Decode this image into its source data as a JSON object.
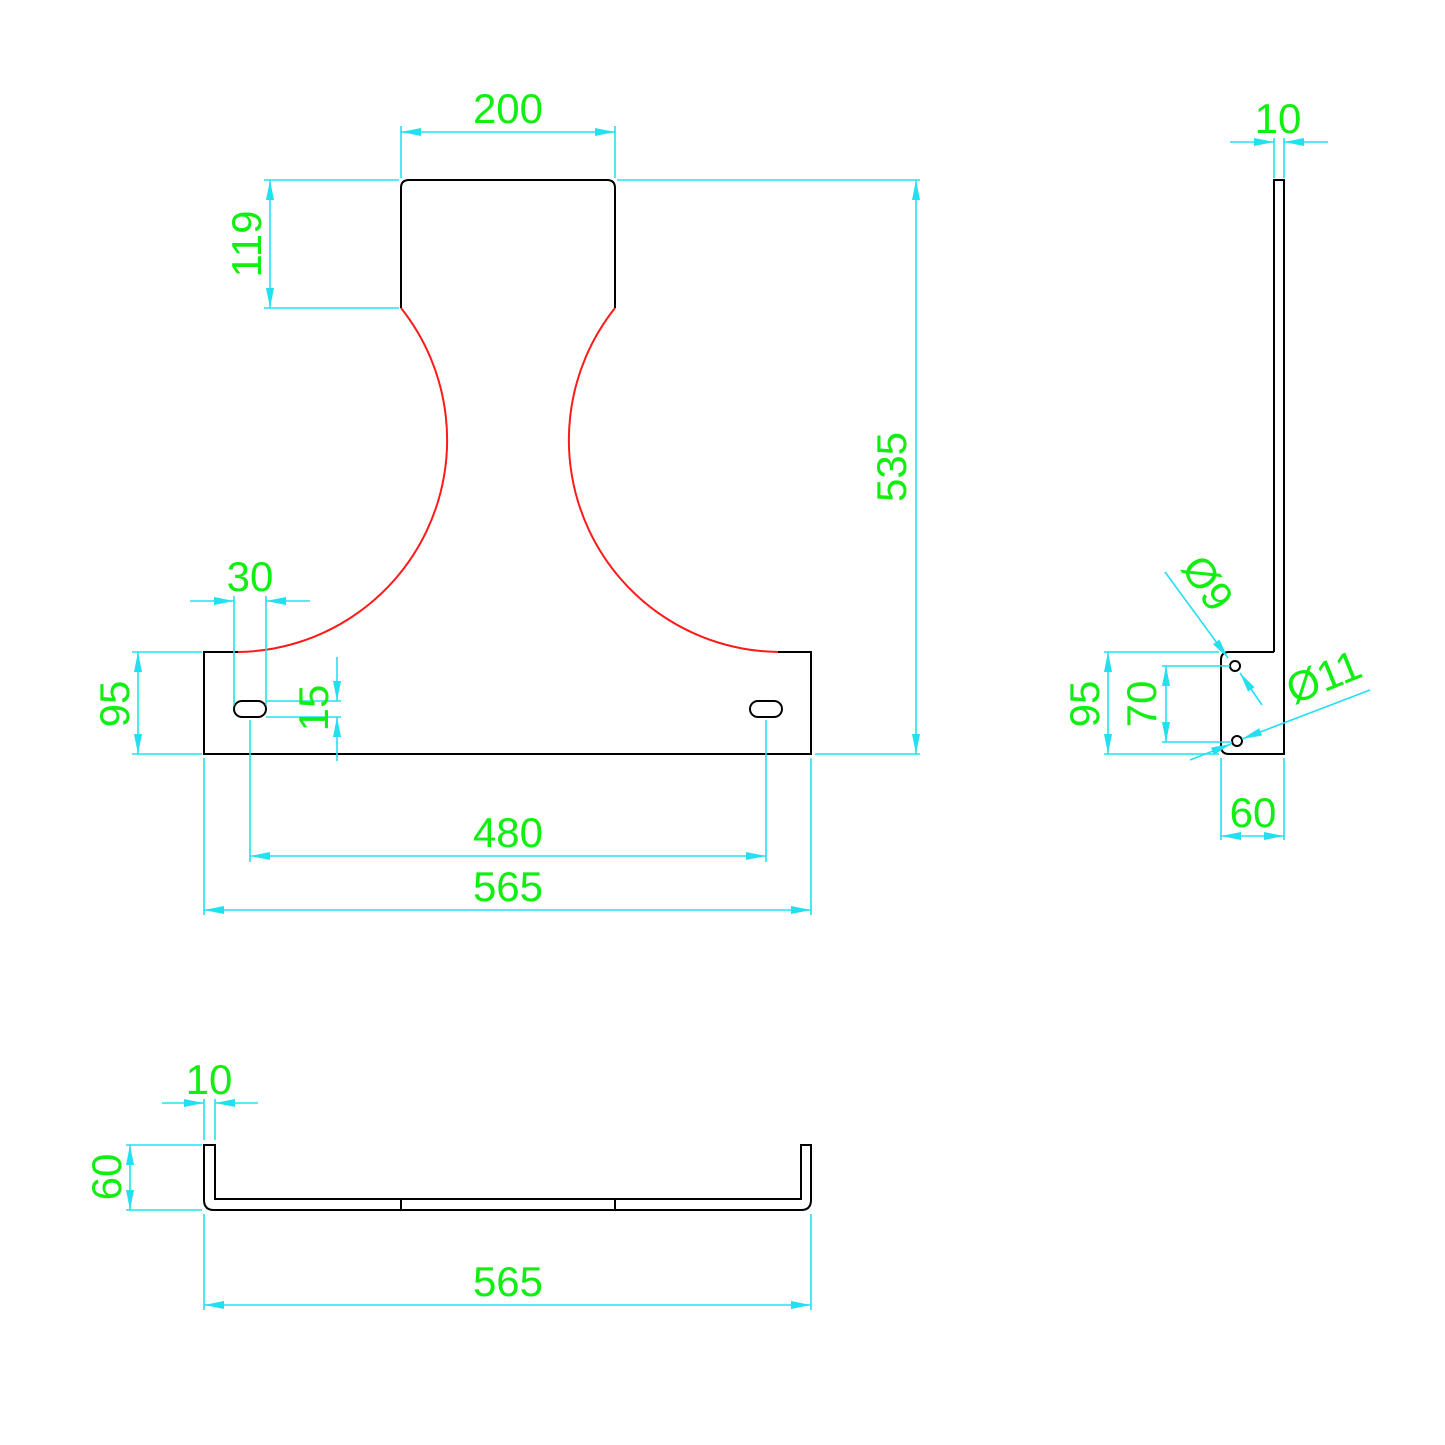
{
  "drawing": {
    "front_view": {
      "dims": {
        "top_width": "200",
        "top_height": "119",
        "overall_height": "535",
        "slot_length": "30",
        "base_height": "95",
        "slot_width": "15",
        "slot_spacing": "480",
        "overall_width": "565"
      }
    },
    "side_view": {
      "dims": {
        "plate_thickness": "10",
        "hole_small": "Ø9",
        "base_height": "95",
        "hole_spacing": "70",
        "hole_large": "Ø11",
        "flange_depth": "60"
      }
    },
    "bottom_view": {
      "dims": {
        "thickness": "10",
        "flange_height": "60",
        "overall_width": "565"
      }
    },
    "colors": {
      "outline": "#000000",
      "arc": "#ff1a1a",
      "dimension": "#22e0f0",
      "text": "#11ee11"
    }
  }
}
